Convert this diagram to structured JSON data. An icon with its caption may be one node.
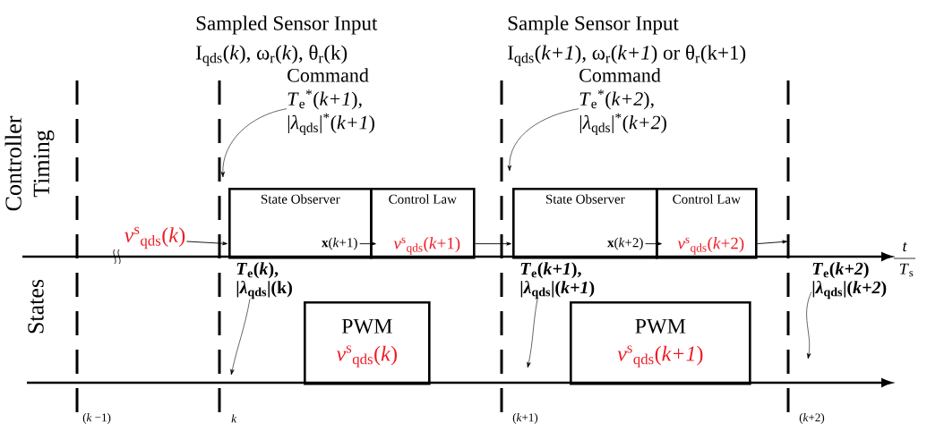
{
  "diagram": {
    "nodes": [
      {
        "text": [
          "Command",
          "*T*$_{e}$$^{*}$(*k+1*), |*λ*$_{qds}$|$^{*}$(*k+1*)"
        ]
      },
      {
        "text": [
          "Command",
          "*T*$_{e}$$^{*}$(*k+2*), |*λ*$_{qds}$|$^{*}$(*k+2*)"
        ]
      },
      {
        "text": [
          "*v*$^{s}$$_{qds}$(*k*)"
        ]
      },
      {
        "text": [
          "State Observer",
          "**x**(*k*+1)"
        ]
      },
      {
        "text": [
          "Control Law",
          "*v*$^{s}$$_{qds}$(*k*+1)"
        ]
      },
      {
        "text": [
          "State Observer",
          "**x**(*k*+2)"
        ]
      },
      {
        "text": [
          "Control Law",
          "*v*$^{s}$$_{qds}$(*k*+2)"
        ]
      },
      {
        "text": [
          "*T*$_{e}$(*k*), |*λ*$_{qds}$|(k)"
        ]
      },
      {
        "text": [
          "*T*$_{e}$(*k+1*), |*λ*$_{qds}$|(*k+1*)"
        ]
      },
      {
        "text": [
          "*T*$_{e}$(*k+2*) |*λ*$_{qds}$|(*k+2*)"
        ]
      },
      {
        "text": [
          "PWM",
          "*v*$^{s}$$_{qds}$(*k*)"
        ]
      },
      {
        "text": [
          "PWM",
          "*v*$^{s}$$_{qds}$(*k+1*)"
        ]
      }
    ],
    "edges": [
      {
        "from": 0,
        "to": null,
        "arrow": "to"
      },
      {
        "from": 1,
        "to": null,
        "arrow": "to"
      },
      {
        "from": 2,
        "to": 3,
        "arrow": "to"
      },
      {
        "from": 3,
        "to": 4,
        "arrow": "to"
      },
      {
        "from": 4,
        "to": 5,
        "arrow": "to"
      },
      {
        "from": 5,
        "to": 6,
        "arrow": "to"
      },
      {
        "from": 6,
        "to": null,
        "arrow": "to"
      },
      {
        "from": 7,
        "to": null,
        "arrow": "to"
      },
      {
        "from": 8,
        "to": null,
        "arrow": "to"
      },
      {
        "from": 9,
        "to": null,
        "arrow": "to"
      }
    ],
    "labels": [
      "Sampled Sensor Input",
      "I$_{qds}$(*k*), ω$_{r}$(*k*), θ$_{r}$(k)",
      "Sample Sensor Input",
      "I$_{qds}$(*k+1*), ω$_{r}$(*k+1*) or θ$_{r}$(k+1)",
      "Controller Timing",
      "t",
      "*T*$_{s}$",
      "States",
      "(*k* −1)",
      "k",
      "(*k*+1)",
      "(*k*+2)"
    ]
  }
}
